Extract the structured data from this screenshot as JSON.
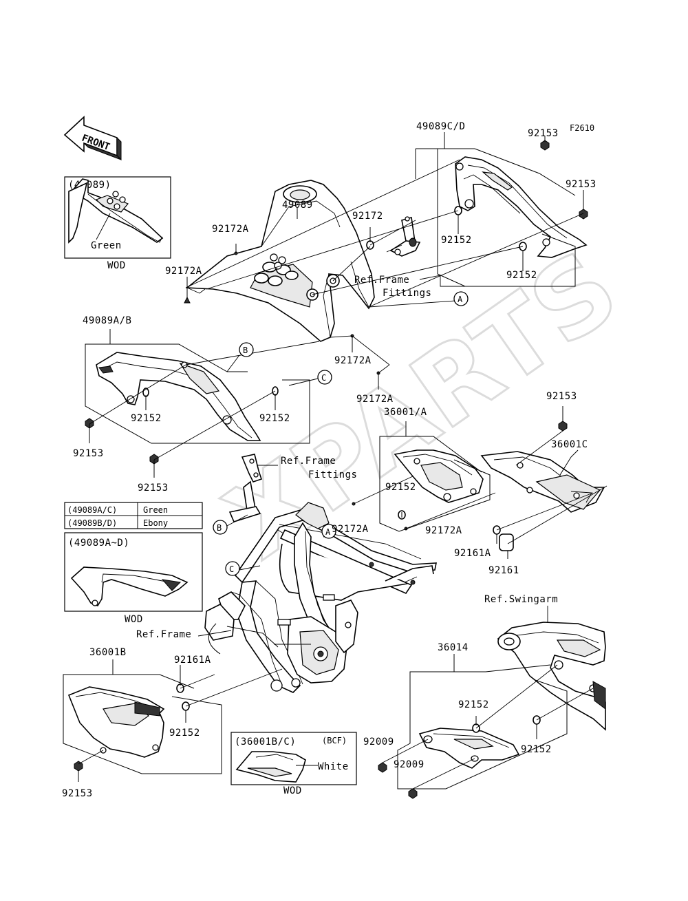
{
  "figure_code": "F2610",
  "front_arrow": "FRONT",
  "callouts": {
    "p49089cd": "49089C/D",
    "p92153_a": "92153",
    "p92153_b": "92153",
    "p49089": "49089",
    "p92172": "92172",
    "p92152_a": "92152",
    "p92172a_a": "92172A",
    "p92172a_b": "92172A",
    "p92152_b": "92152",
    "p49089ab": "49089A/B",
    "p92172a_c": "92172A",
    "p92172a_d": "92172A",
    "p92152_c": "92152",
    "p92152_d": "92152",
    "p92153_c": "92153",
    "p92153_d": "92153",
    "p92153_e": "92153",
    "p36001a": "36001/A",
    "p36001c": "36001C",
    "p92152_e": "92152",
    "p92172a_e": "92172A",
    "p92172a_f": "92172A",
    "p92161a_a": "92161A",
    "p92161": "92161",
    "p36014": "36014",
    "p92152_f": "92152",
    "p92152_g": "92152",
    "p92009_a": "92009",
    "p92009_b": "92009",
    "p36001b": "36001B",
    "p92161a_b": "92161A",
    "p92152_h": "92152",
    "p92153_f": "92153"
  },
  "references": {
    "frame_fittings_1": [
      "Ref.Frame",
      "Fittings"
    ],
    "frame_fittings_2": [
      "Ref.Frame",
      "Fittings"
    ],
    "swingarm": "Ref.Swingarm",
    "frame": "Ref.Frame"
  },
  "markers": {
    "a": "A",
    "b": "B",
    "c": "C"
  },
  "inset_49089": {
    "title": "(49089)",
    "note": "Green",
    "caption": "WOD"
  },
  "inset_49089a_d": {
    "title": "(49089A~D)",
    "caption": "WOD"
  },
  "inset_36001bc": {
    "title": "(36001B/C)",
    "tag": "(BCF)",
    "note": "White",
    "caption": "WOD"
  },
  "color_table": {
    "rows": [
      {
        "code": "(49089A/C)",
        "color": "Green"
      },
      {
        "code": "(49089B/D)",
        "color": "Ebony"
      }
    ]
  },
  "watermark": "XPARTS"
}
